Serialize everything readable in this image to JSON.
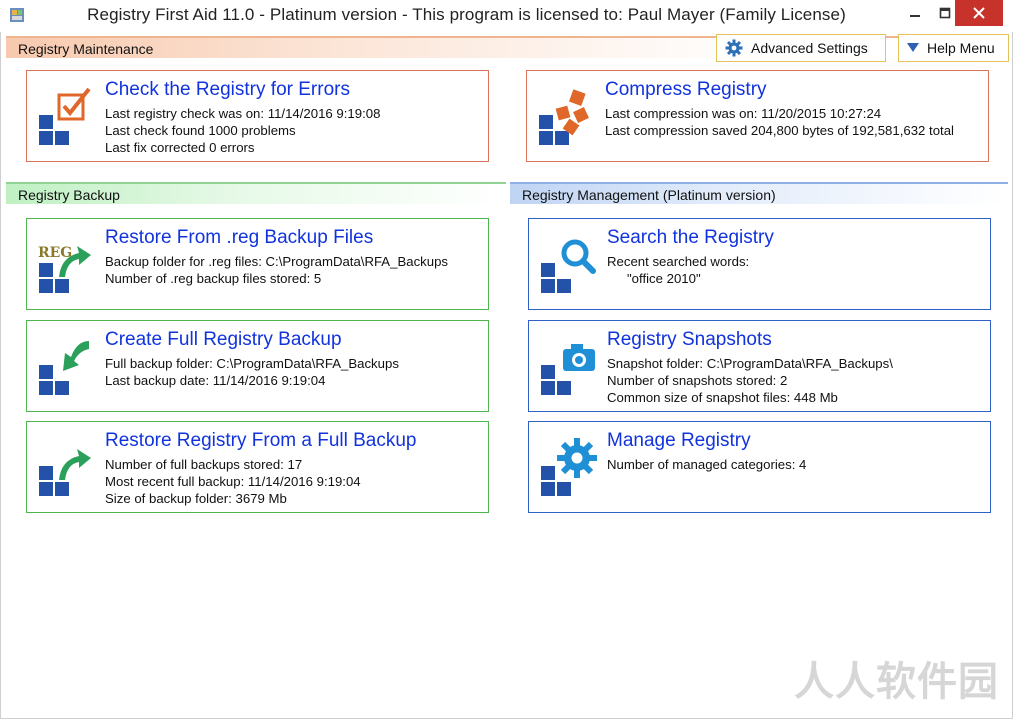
{
  "window": {
    "title": "Registry First Aid 11.0 - Platinum version - This program is licensed to: Paul Mayer (Family License)"
  },
  "toolbar": {
    "advanced_settings": "Advanced Settings",
    "help_menu": "Help Menu"
  },
  "sections": {
    "maintenance": "Registry Maintenance",
    "backup": "Registry Backup",
    "management": "Registry Management (Platinum version)"
  },
  "cards": {
    "check": {
      "title": "Check the Registry for Errors",
      "lines": [
        "Last registry check was on: 11/14/2016 9:19:08",
        "Last check found 1000 problems",
        "Last fix corrected 0 errors"
      ]
    },
    "compress": {
      "title": "Compress Registry",
      "lines": [
        "Last compression was on: 11/20/2015 10:27:24",
        "Last compression saved 204,800 bytes of 192,581,632 total"
      ]
    },
    "restore_reg": {
      "title": "Restore From .reg Backup Files",
      "icon_text": "REG",
      "lines": [
        "Backup folder for .reg files: C:\\ProgramData\\RFA_Backups",
        "Number of .reg backup files stored: 5"
      ]
    },
    "search": {
      "title": "Search the Registry",
      "lines": [
        "Recent searched words:",
        "\"office 2010\""
      ]
    },
    "create_backup": {
      "title": "Create Full Registry Backup",
      "lines": [
        "Full backup folder: C:\\ProgramData\\RFA_Backups",
        "Last backup date: 11/14/2016 9:19:04"
      ]
    },
    "snapshots": {
      "title": "Registry Snapshots",
      "lines": [
        "Snapshot folder: C:\\ProgramData\\RFA_Backups\\",
        "Number of snapshots stored: 2",
        "Common size of snapshot files: 448 Mb"
      ]
    },
    "restore_full": {
      "title": "Restore Registry From a Full Backup",
      "lines": [
        "Number of full backups stored: 17",
        "Most recent full backup: 11/14/2016 9:19:04",
        "Size of backup folder: 3679 Mb"
      ]
    },
    "manage": {
      "title": "Manage Registry",
      "lines": [
        "Number of managed categories: 4"
      ]
    }
  },
  "watermark": "人人软件园",
  "colors": {
    "link": "#1133dd",
    "orange_border": "#d9745a",
    "green_border": "#4fb64f",
    "blue_border": "#2f61c4",
    "tile_blue": "#2352a8",
    "accent_orange": "#e0672a",
    "accent_green": "#2aa05a",
    "accent_blue": "#1f8fd6"
  }
}
